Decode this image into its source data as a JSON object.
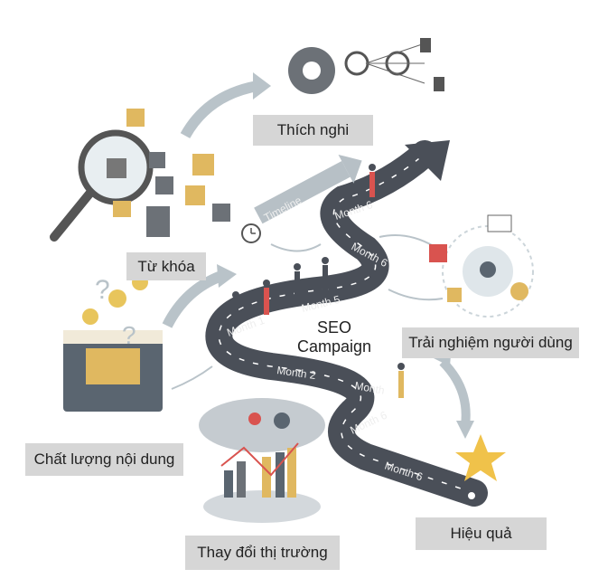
{
  "title": {
    "line1": "SEO",
    "line2": "Campaign"
  },
  "labels": {
    "adapt": "Thích nghi",
    "keywords": "Từ khóa",
    "ux": "Trải nghiệm người dùng",
    "content": "Chất lượng nội dung",
    "market": "Thay đổi thị trường",
    "effect": "Hiệu quả"
  },
  "timeline": "Timeline",
  "road_labels": [
    "Month 6",
    "Month 6",
    "Month 5",
    "Month 1",
    "Month 2",
    "Month",
    "Month 6",
    "Month 6"
  ],
  "colors": {
    "road": "#4a4f58",
    "label_bg": "#d6d6d6",
    "accent": "#f0c24a",
    "arrow": "#b9c3c9"
  }
}
